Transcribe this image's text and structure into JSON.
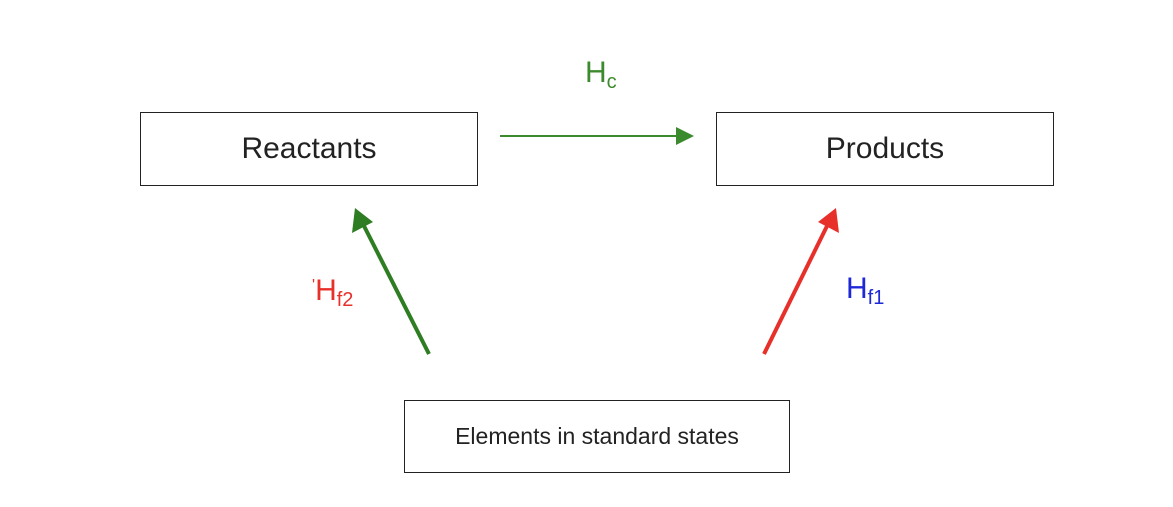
{
  "boxes": {
    "reactants": "Reactants",
    "products": "Products",
    "elements": "Elements in standard states"
  },
  "labels": {
    "combustion": {
      "main": "H",
      "sub": "c",
      "color": "#3c8a2e"
    },
    "formation_reactants": {
      "prefix": "'",
      "main": "H",
      "sub": "f2",
      "color": "#e8302a"
    },
    "formation_products": {
      "main": "H",
      "sub": "f1",
      "color": "#1f28d8"
    }
  },
  "arrows": {
    "combustion_color": "#3c8a2e",
    "formation_reactants_color": "#2e7d22",
    "formation_products_color": "#e8302a"
  }
}
